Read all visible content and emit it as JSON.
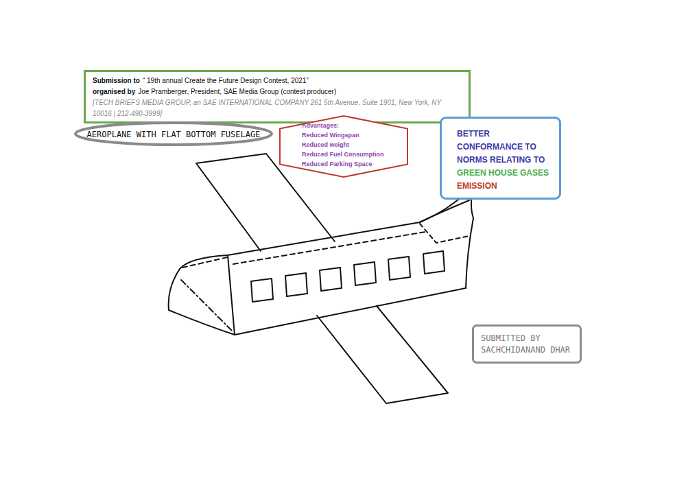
{
  "diagram": {
    "nodes": [
      {
        "text": [
          "Submission to",
          "“ 19th annual Create the Future Design Contest, 2021”",
          "organised by",
          "Joe Pramberger, President, SAE Media Group (contest producer)",
          "[TECH BRIEFS MEDIA GROUP, an SAE INTERNATIONAL COMPANY 261 5th Avenue, Suite 1901, New York, NY 10016 | 212-490-3999]"
        ]
      },
      {
        "text": [
          "AEROPLANE WITH FLAT BOTTOM FUSELAGE"
        ]
      },
      {
        "text": [
          "Advantages:",
          "Reduced Wingspan",
          "Reduced weight",
          "Reduced Fuel Consumption",
          "Reduced Parking Space"
        ]
      },
      {
        "text": [
          "BETTER CONFORMANCE TO NORMS RELATING TO",
          "GREEN HOUSE GASES",
          "EMISSION"
        ]
      },
      {
        "text": [
          "SUBMITTED BY SACHCHIDANAND DHAR"
        ]
      }
    ]
  }
}
